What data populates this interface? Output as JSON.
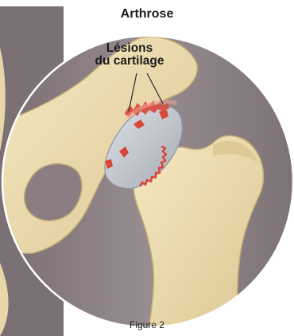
{
  "figure": {
    "title": "Arthrose",
    "lesion_label_line1": "Lésions",
    "lesion_label_line2": "du cartilage",
    "caption": "Figure 2"
  },
  "colors": {
    "background_panel": "#8c8184",
    "bone": "#ecdcae",
    "cartilage": "#c3c7ce",
    "lesion": "#d8483a"
  }
}
